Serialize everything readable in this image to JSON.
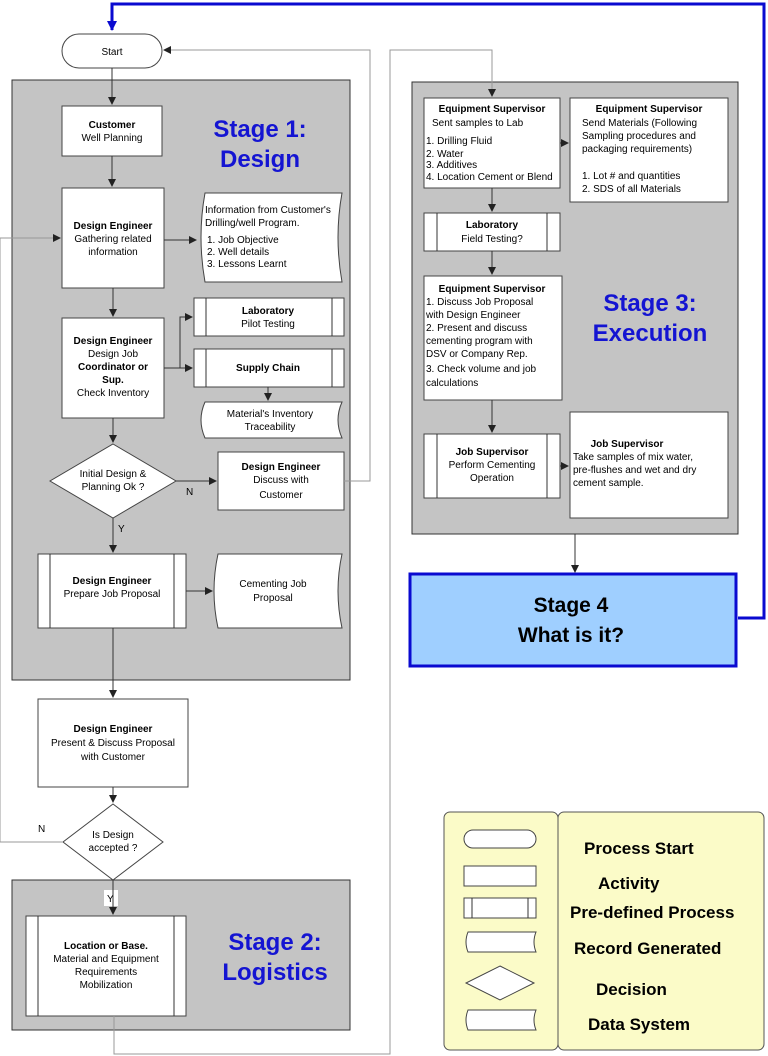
{
  "start": "Start",
  "stages": {
    "s1_line1": "Stage 1:",
    "s1_line2": "Design",
    "s2_line1": "Stage 2:",
    "s2_line2": "Logistics",
    "s3_line1": "Stage 3:",
    "s3_line2": "Execution",
    "s4_line1": "Stage 4",
    "s4_line2": "What is it?"
  },
  "stage1": {
    "customer": {
      "title": "Customer",
      "text": "Well Planning"
    },
    "gather": {
      "title": "Design Engineer",
      "line1": "Gathering related",
      "line2": "information"
    },
    "info": {
      "line1": "Information from Customer's",
      "line2": "Drilling/well Program.",
      "items": [
        "1. Job Objective",
        "2. Well details",
        "3. Lessons Learnt"
      ]
    },
    "design_job": {
      "title": "Design Engineer",
      "line1": "Design Job",
      "line2": "Coordinator or",
      "line3": "Sup.",
      "line4": "Check Inventory"
    },
    "lab": {
      "title": "Laboratory",
      "text": "Pilot Testing"
    },
    "supply": {
      "title": "Supply Chain"
    },
    "inventory": {
      "line1": "Material's Inventory",
      "line2": "Traceability"
    },
    "decision": {
      "line1": "Initial Design &",
      "line2": "Planning Ok ?"
    },
    "discuss": {
      "title": "Design Engineer",
      "line1": "Discuss with",
      "line2": "Customer"
    },
    "no_label": "N",
    "yes_label": "Y",
    "prepare": {
      "title": "Design Engineer",
      "text": "Prepare Job Proposal"
    },
    "proposal_doc": {
      "line1": "Cementing Job",
      "line2": "Proposal"
    }
  },
  "present": {
    "title": "Design Engineer",
    "line1": "Present & Discuss Proposal",
    "line2": "with Customer"
  },
  "accepted": {
    "line1": "Is Design",
    "line2": "accepted ?",
    "no_label": "N",
    "yes_label": "Y"
  },
  "stage2": {
    "title": "Location or Base.",
    "line1": "Material  and Equipment",
    "line2": "Requirements",
    "line3": "Mobilization"
  },
  "stage3": {
    "samples": {
      "title": "Equipment Supervisor",
      "subtitle": "Sent samples to Lab",
      "items": [
        "1. Drilling Fluid",
        "2. Water",
        "3. Additives",
        "4. Location Cement or Blend"
      ]
    },
    "materials": {
      "title": "Equipment Supervisor",
      "line1": "Send Materials (Following",
      "line2": "Sampling procedures and",
      "line3": "packaging requirements)",
      "items": [
        "1. Lot # and quantities",
        "2. SDS of all Materials"
      ]
    },
    "lab": {
      "title": "Laboratory",
      "text": "Field Testing?"
    },
    "proposal": {
      "title": "Equipment Supervisor",
      "lines": [
        "1. Discuss Job Proposal",
        "with Design Engineer",
        "2. Present and discuss",
        "cementing program with",
        "DSV or Company Rep.",
        "3. Check volume and job",
        "calculations"
      ]
    },
    "perform": {
      "title": "Job Supervisor",
      "line1": "Perform Cementing",
      "line2": "Operation"
    },
    "take": {
      "title": "Job Supervisor",
      "line1": "Take samples of mix water,",
      "line2": "pre-flushes and wet and dry",
      "line3": "cement sample."
    }
  },
  "legend": {
    "items": [
      "Process Start",
      "Activity",
      "Pre-defined Process",
      "Record Generated",
      "Decision",
      "Data System"
    ]
  },
  "colors": {
    "stage_fill": "#c4c4c4",
    "stage_title": "#1414d2",
    "stage4_fill": "#9fcfff",
    "stage4_border": "#0a0ad0",
    "legend_fill": "#fbfbc8"
  }
}
